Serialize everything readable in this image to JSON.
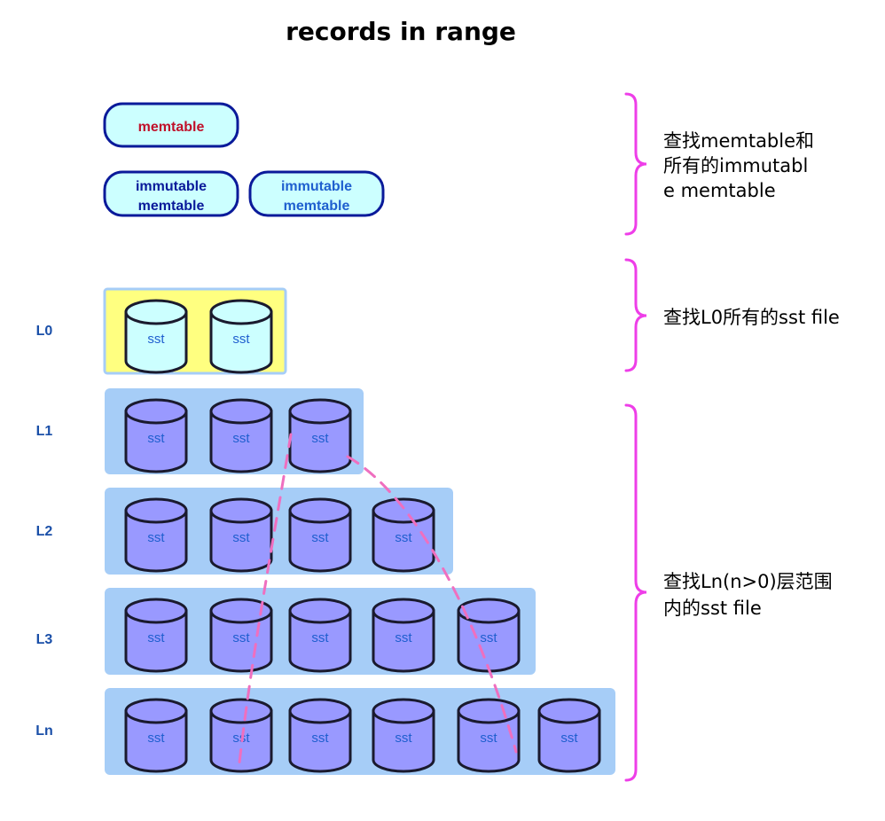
{
  "title": "records in range",
  "memory": {
    "memtable_label": "memtable",
    "immutables": [
      {
        "line1": "immutable",
        "line2": "memtable"
      },
      {
        "line1": "immutable",
        "line2": "memtable"
      }
    ]
  },
  "levels": [
    {
      "label": "L0",
      "files": 2
    },
    {
      "label": "L1",
      "files": 3
    },
    {
      "label": "L2",
      "files": 4
    },
    {
      "label": "L3",
      "files": 5
    },
    {
      "label": "Ln",
      "files": 6
    }
  ],
  "sst_label": "sst",
  "annotations": {
    "memtable_lines": [
      "查找memtable和",
      "所有的immutabl",
      "e memtable"
    ],
    "l0_lines": [
      "查找L0所有的sst file"
    ],
    "ln_lines": [
      "查找Ln(n>0)层范围",
      "内的sst file"
    ]
  },
  "colors": {
    "pill_fill": "#ccffff",
    "pill_border": "#0a1a9a",
    "memtable_text": "#c0102a",
    "immutable_text_1": "#0a1a9a",
    "immutable_text_2": "#1f5fcf",
    "l0_fill": "#ffff80",
    "level_fill": "#a6cdf7",
    "l0_cylinder": "#ccffff",
    "cylinder": "#9999ff",
    "brace": "#ee3ee8",
    "trace": "#ef6fbf"
  }
}
